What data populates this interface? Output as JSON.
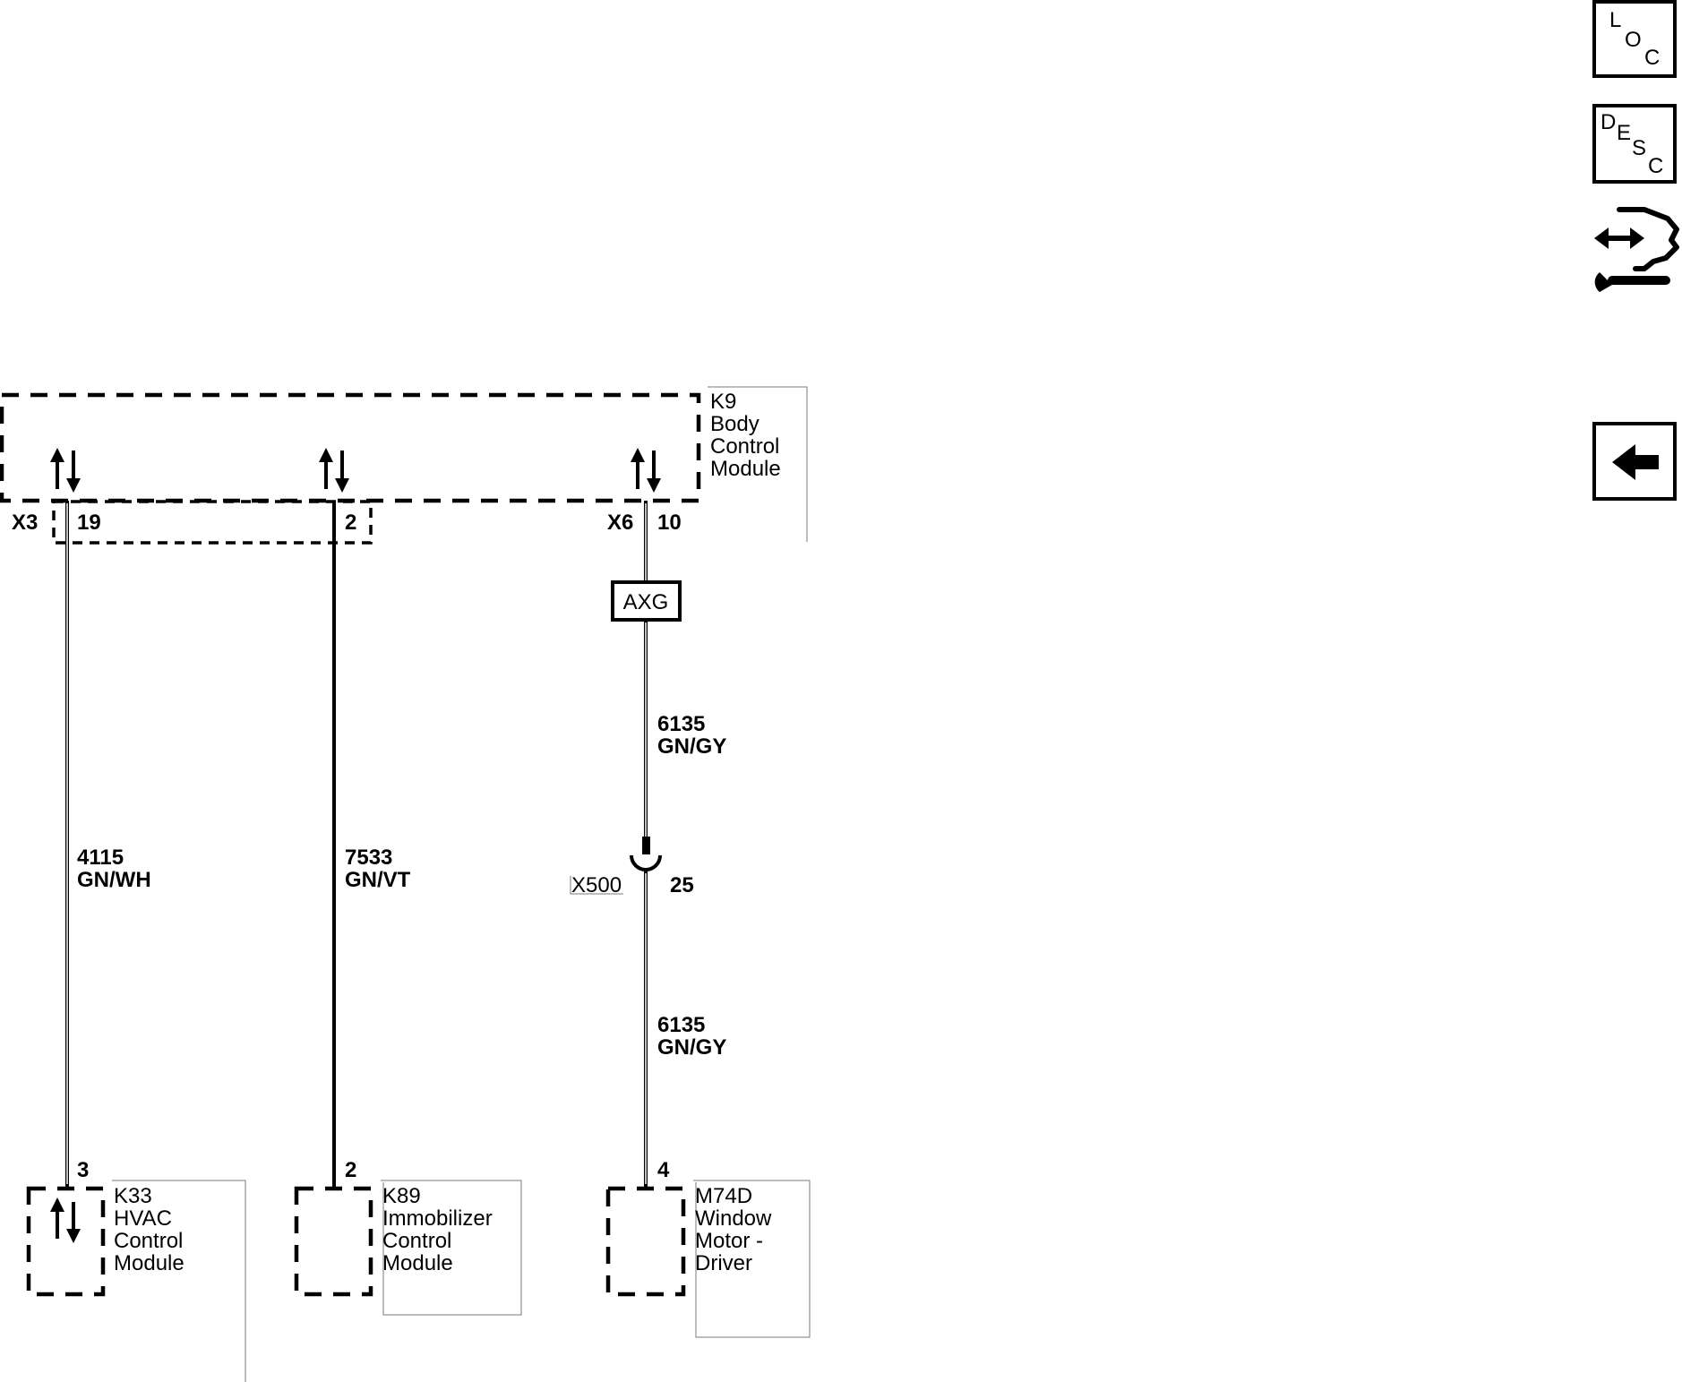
{
  "bcm": {
    "id": "K9",
    "name_lines": [
      "Body",
      "Control",
      "Module"
    ],
    "connector_left": "X3",
    "connector_right": "X6"
  },
  "circuits": [
    {
      "bcm_pin": "19",
      "wire_number": "4115",
      "wire_color": "GN/WH",
      "target_pin": "3",
      "target_id": "K33",
      "target_lines": [
        "HVAC",
        "Control",
        "Module"
      ]
    },
    {
      "bcm_pin": "2",
      "wire_number": "7533",
      "wire_color": "GN/VT",
      "target_pin": "2",
      "target_id": "K89",
      "target_lines": [
        "Immobilizer",
        "Control",
        "Module"
      ]
    },
    {
      "bcm_pin": "10",
      "option_code": "AXG",
      "wire_number": "6135",
      "wire_color": "GN/GY",
      "inline_connector": "X500",
      "inline_pin": "25",
      "wire_number_lower": "6135",
      "wire_color_lower": "GN/GY",
      "target_pin": "4",
      "target_id": "M74D",
      "target_lines": [
        "Window",
        "Motor -",
        "Driver"
      ]
    }
  ],
  "side_buttons": {
    "loc": [
      "L",
      "O",
      "C"
    ],
    "desc": [
      "D",
      "E",
      "S",
      "C"
    ],
    "service_icon": "hand-wrench-icon",
    "back_icon": "arrow-left-icon"
  }
}
